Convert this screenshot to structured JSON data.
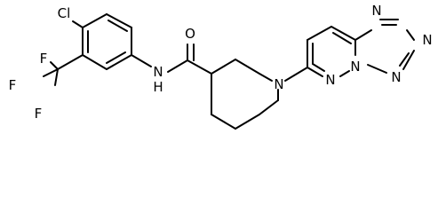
{
  "molecule": {
    "atoms": {
      "cl": "Cl",
      "f_top": "F",
      "f_left": "F",
      "f_bottom": "F",
      "nh": "N",
      "h": "H",
      "o": "O",
      "n_pip": "N",
      "n_pyd_a": "N",
      "n_pyd_b": "N",
      "n_tri_a": "N",
      "n_tri_b": "N",
      "n_tri_c": "N"
    }
  }
}
